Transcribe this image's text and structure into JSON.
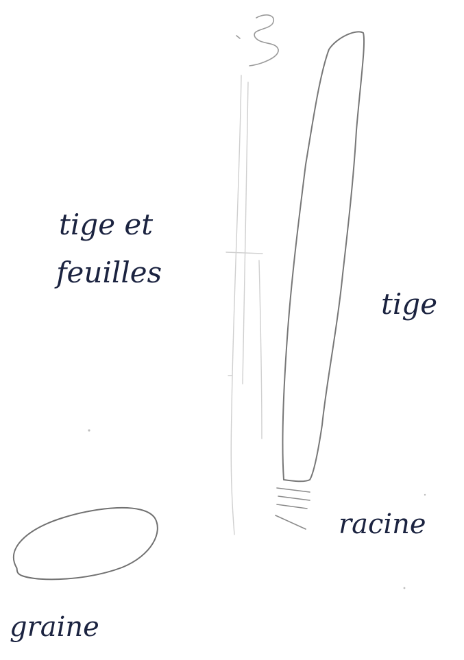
{
  "labels": {
    "stem_and_leaves": "tige et feuilles",
    "stem_and_leaves_line1": "tige et",
    "stem_and_leaves_line2": "feuilles",
    "stem": "tige",
    "root": "racine",
    "seed": "graine"
  },
  "colors": {
    "background": "#ffffff",
    "ink_dark": "#1b2340",
    "pencil_outline": "#6e6e6e",
    "faint_pencil": "#c4c4c4"
  }
}
